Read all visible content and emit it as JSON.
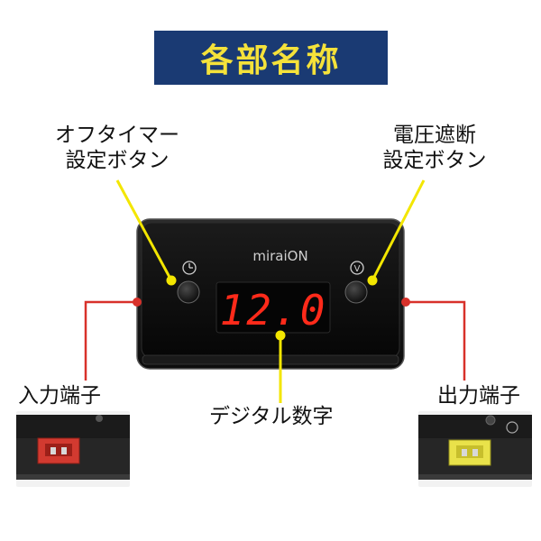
{
  "title": "各部名称",
  "labels": {
    "off_timer_button": [
      "オフタイマー",
      "設定ボタン"
    ],
    "voltage_cutoff_button": [
      "電圧遮断",
      "設定ボタン"
    ],
    "input_terminal": "入力端子",
    "output_terminal": "出力端子",
    "digital_display": "デジタル数字"
  },
  "device": {
    "brand": "miraiON",
    "display_value": "12.0",
    "left_button_symbol": "clock-icon",
    "right_button_symbol": "V"
  },
  "colors": {
    "title_bg": "#1a3a73",
    "title_text": "#f5e23a",
    "yellow_callout": "#f3e600",
    "red_callout": "#d8312a",
    "display_red": "#ff2a1a"
  }
}
